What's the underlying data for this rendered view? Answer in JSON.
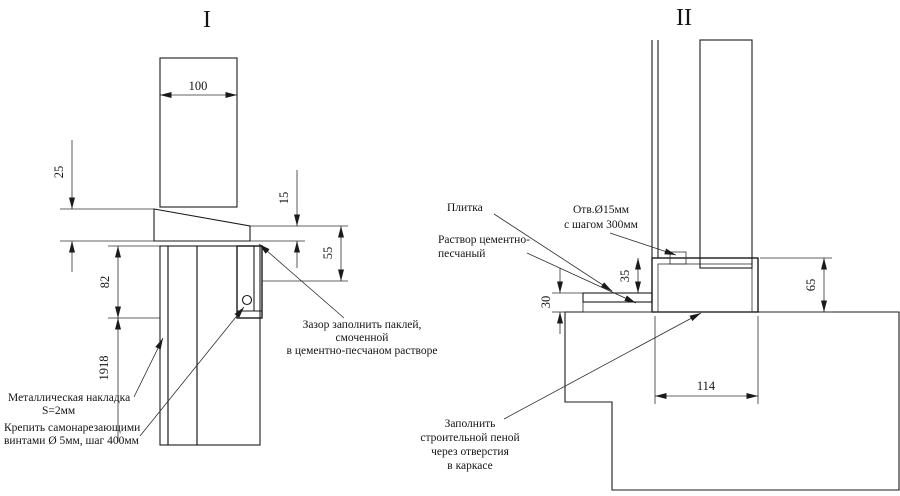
{
  "drawing": {
    "background": "#ffffff",
    "line_color": "#1b1b1b",
    "detail_1": {
      "title": "I",
      "dimensions": {
        "wall_width": "100",
        "offset_25": "25",
        "gap_15": "15",
        "frame_55": "55",
        "frame_82": "82",
        "opening_1918": "1918"
      },
      "labels": {
        "metal_plate_line1": "Металлическая накладка",
        "metal_plate_line2": "S=2мм",
        "fasten_line1": "Крепить самонарезающими",
        "fasten_line2": "винтами Ø 5мм, шаг 400мм",
        "gap_line1": "Зазор заполнить паклей,",
        "gap_line2": "смоченной",
        "gap_line3": "в цементно-песчаном растворе"
      }
    },
    "detail_2": {
      "title": "II",
      "dimensions": {
        "frame_top_35": "35",
        "floor_finish_30": "30",
        "frame_height_65": "65",
        "frame_width_114": "114"
      },
      "labels": {
        "tile": "Плитка",
        "mortar_line1": "Раствор цементно-",
        "mortar_line2": "песчаный",
        "holes_line1": "Отв.Ø15мм",
        "holes_line2": "с шагом 300мм",
        "foam_line1": "Заполнить",
        "foam_line2": "строительной пеной",
        "foam_line3": "через отверстия",
        "foam_line4": "в каркасе"
      }
    }
  }
}
